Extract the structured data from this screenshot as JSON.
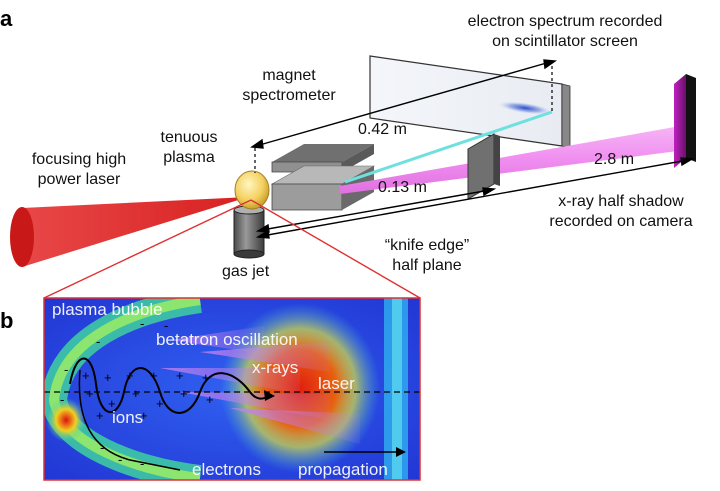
{
  "panel_a": {
    "letter": "a",
    "labels": {
      "focusing_laser": [
        "focusing high",
        "power laser"
      ],
      "tenuous_plasma": [
        "tenuous",
        "plasma"
      ],
      "gas_jet": "gas jet",
      "magnet_spectrometer": [
        "magnet",
        "spectrometer"
      ],
      "electron_spectrum": [
        "electron spectrum recorded",
        "on scintillator screen"
      ],
      "knife_edge": [
        "“knife edge”",
        "half plane"
      ],
      "xray_shadow": [
        "x-ray half shadow",
        "recorded on camera"
      ],
      "dist_042": "0.42 m",
      "dist_013": "0.13 m",
      "dist_28": "2.8 m"
    }
  },
  "panel_b": {
    "letter": "b",
    "labels": {
      "plasma_bubble": "plasma bubble",
      "betatron": "betatron oscillation",
      "xrays": "x-rays",
      "laser": "laser",
      "ions": "ions",
      "electrons": "electrons",
      "propagation": "propagation"
    },
    "symbols": {
      "minus": "-",
      "plus": "+"
    }
  },
  "colors": {
    "laser_red": "#e03030",
    "xray_beam": "#f08ef0",
    "electron_beam": "#6ee0e0",
    "zoom_lines": "#e03030"
  }
}
